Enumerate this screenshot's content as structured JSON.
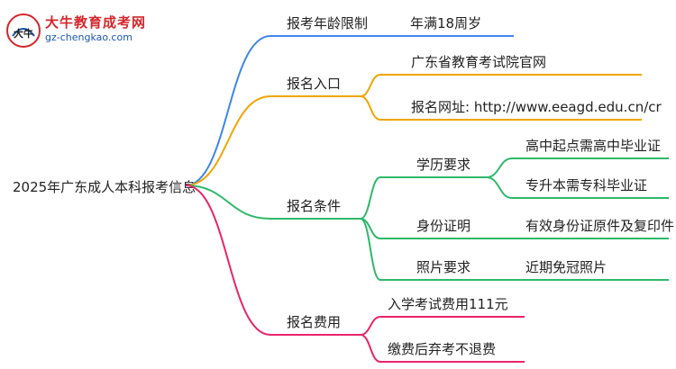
{
  "logo": {
    "name": "大牛教育成考网",
    "url": "gz-chengkao.com",
    "badge_text": "大牛"
  },
  "root": {
    "label": "2025年广东成人本科报考信息"
  },
  "branches": [
    {
      "id": "age",
      "label": "报考年龄限制",
      "color": "#3f86e8",
      "children": [
        {
          "label": "年满18周岁"
        }
      ]
    },
    {
      "id": "entry",
      "label": "报名入口",
      "color": "#f0a500",
      "children": [
        {
          "label": "广东省教育考试院官网"
        },
        {
          "label": "报名网址: http://www.eeagd.edu.cn/cr"
        }
      ]
    },
    {
      "id": "conditions",
      "label": "报名条件",
      "color": "#2fb86a",
      "children": [
        {
          "label": "学历要求",
          "children": [
            {
              "label": "高中起点需高中毕业证"
            },
            {
              "label": "专升本需专科毕业证"
            }
          ]
        },
        {
          "label": "身份证明",
          "children": [
            {
              "label": "有效身份证原件及复印件"
            }
          ]
        },
        {
          "label": "照片要求",
          "children": [
            {
              "label": "近期免冠照片"
            }
          ]
        }
      ]
    },
    {
      "id": "fees",
      "label": "报名费用",
      "color": "#e8246a",
      "children": [
        {
          "label": "入学考试费用111元"
        },
        {
          "label": "缴费后弃考不退费"
        }
      ]
    }
  ]
}
